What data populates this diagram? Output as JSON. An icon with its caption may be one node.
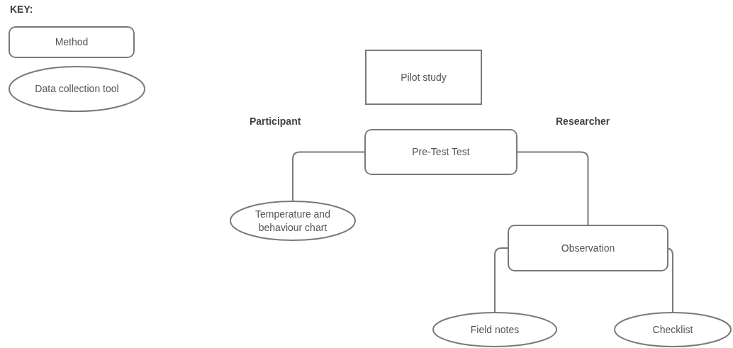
{
  "diagram": {
    "nodes": [
      {
        "text": [
          "Pilot study"
        ]
      },
      {
        "text": [
          "Pre-Test Test"
        ]
      },
      {
        "text": [
          "Temperature and behaviour chart"
        ]
      },
      {
        "text": [
          "Observation"
        ]
      },
      {
        "text": [
          "Field notes"
        ]
      },
      {
        "text": [
          "Checklist"
        ]
      }
    ],
    "edges": [
      {
        "from": 1,
        "to": 2,
        "arrow": "none"
      },
      {
        "from": 1,
        "to": 3,
        "arrow": "none"
      },
      {
        "from": 3,
        "to": 4,
        "arrow": "none"
      },
      {
        "from": 3,
        "to": 5,
        "arrow": "none"
      }
    ],
    "labels": [
      "KEY:",
      "Participant",
      "Researcher"
    ],
    "legend": [
      {
        "text": "Method"
      },
      {
        "text": "Data collection tool"
      }
    ]
  }
}
